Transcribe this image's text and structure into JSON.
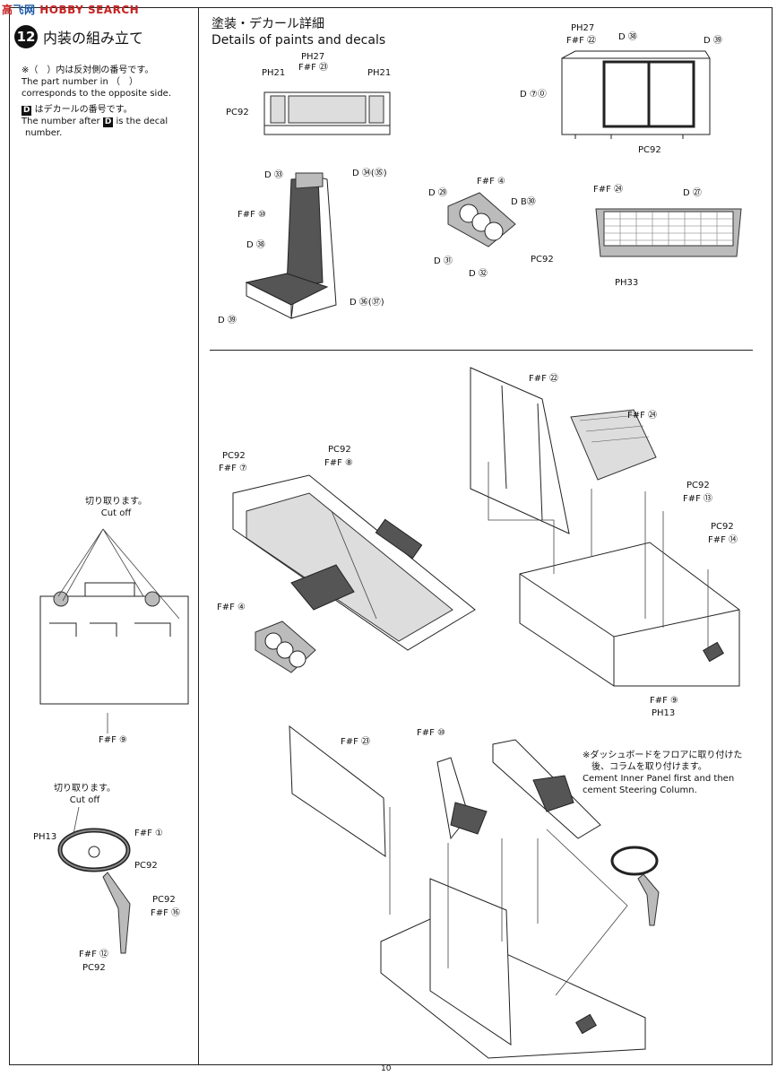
{
  "watermark": {
    "red": "高",
    "blue": "飞网",
    "text": "HOBBY SEARCH"
  },
  "step": {
    "number": "12",
    "title": "内装の組み立て"
  },
  "notes": {
    "paren_jp": "※（　）内は反対側の番号です。",
    "paren_en_1": "The part number in （　）",
    "paren_en_2": "corresponds to the opposite side.",
    "decal_jp": "はデカールの番号です。",
    "decal_en_1": "The number after",
    "decal_en_2": "is the decal",
    "decal_en_3": "number.",
    "decal_letter": "D"
  },
  "details": {
    "title_jp": "塗装・デカール詳細",
    "title_en": "Details of paints and decals"
  },
  "cutoff": {
    "jp": "切り取ります。",
    "en": "Cut off"
  },
  "cement_note": {
    "jp_1": "※ダッシュボードをフロアに取り付けた",
    "jp_2": "後、コラムを取り付けます。",
    "en_1": "Cement Inner Panel first and then",
    "en_2": "cement Steering Column."
  },
  "labels": {
    "ph21a": "PH21",
    "ph27a": "PH27",
    "ff23a": "F#F ㉓",
    "ph21b": "PH21",
    "pc92a": "PC92",
    "ph27b": "PH27",
    "ff22a": "F#F ㉒",
    "d68": "D ㊳",
    "d69": "D ㊴",
    "d70": "D ⑦⓪",
    "pc92b": "PC92",
    "d33": "D ㉝",
    "d34": "D ㉞(㉟)",
    "ff10a": "F#F ⑩",
    "d38": "D ㊳",
    "d36": "D ㊱(㊲)",
    "d39": "D ㊴",
    "ff4a": "F#F ④",
    "d29": "D ㉙",
    "db30": "D B㉚",
    "d31": "D ㉛",
    "d32": "D ㉜",
    "pc92c": "PC92",
    "ff24a": "F#F ㉔",
    "d27": "D ㉗",
    "ph33": "PH33",
    "ff22b": "F#F ㉒",
    "ff24b": "F#F ㉔",
    "pc92d": "PC92",
    "ff7": "F#F ⑦",
    "pc92e": "PC92",
    "ff8": "F#F ⑧",
    "pc92f": "PC92",
    "ff13": "F#F ⑬",
    "pc92g": "PC92",
    "ff14": "F#F ⑭",
    "ff4b": "F#F ④",
    "ff9a": "F#F ⑨",
    "ph13a": "PH13",
    "ff9b": "F#F ⑨",
    "ff23b": "F#F ㉓",
    "ff10b": "F#F ⑩",
    "ph13b": "PH13",
    "ff1": "F#F ①",
    "pc92h": "PC92",
    "pc92i": "PC92",
    "ff16": "F#F ⑯",
    "ff12": "F#F ⑫",
    "pc92j": "PC92"
  },
  "page_number": "10"
}
